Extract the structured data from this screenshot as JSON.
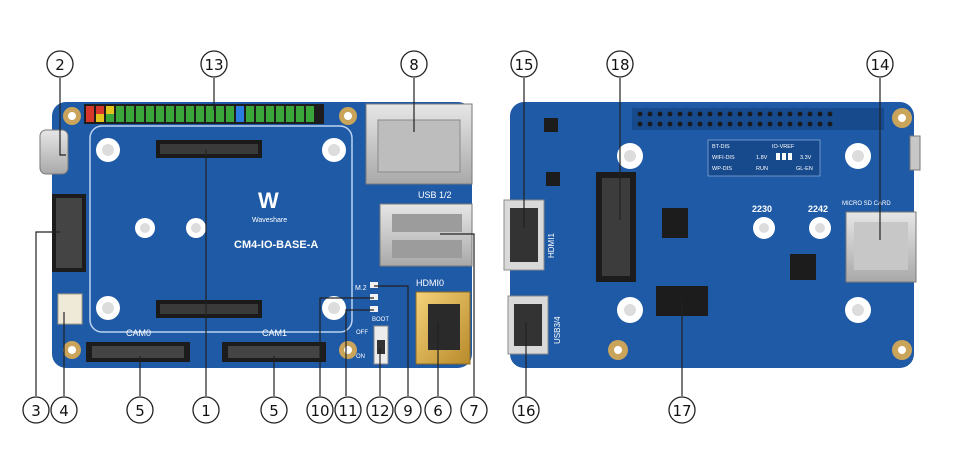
{
  "board_front": {
    "name": "CM4-IO-BASE-A",
    "brand": "Waveshare",
    "labels": {
      "cam0": "CAM0",
      "cam1": "CAM1",
      "usb12": "USB 1/2",
      "hdmi0": "HDMI0",
      "m2": "M.2",
      "boot": "BOOT",
      "off": "OFF",
      "on": "ON"
    }
  },
  "board_back": {
    "labels": {
      "hdmi1": "HDMI1",
      "usb34": "USB3/4",
      "m2_2230": "2230",
      "m2_2242": "2242",
      "bt_dis": "BT-DIS",
      "wifi_dis": "WIFI-DIS",
      "wp_dis": "WP-DIS",
      "io_vref": "IO-VREF",
      "v18": "1.8V",
      "v33": "3.3V",
      "run": "RUN",
      "gl_en": "GL-EN",
      "micro_sd": "MICRO SD CARD"
    }
  },
  "callouts": {
    "c1": "1",
    "c2": "2",
    "c3": "3",
    "c4": "4",
    "c5a": "5",
    "c5b": "5",
    "c6": "6",
    "c7": "7",
    "c8": "8",
    "c9": "9",
    "c10": "10",
    "c11": "11",
    "c12": "12",
    "c13": "13",
    "c14": "14",
    "c15": "15",
    "c16": "16",
    "c17": "17",
    "c18": "18"
  },
  "colors": {
    "pcb": "#1f5aa6",
    "pcb_dark": "#174a8c",
    "header_green": "#3aa63a",
    "header_red": "#d8372b",
    "header_yellow": "#e3c31c",
    "header_blue": "#2a7de0"
  }
}
